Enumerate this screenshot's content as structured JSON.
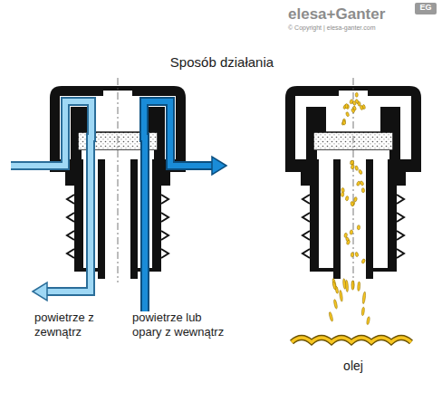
{
  "diagram": {
    "title": "Sposób działania",
    "labels": [
      "elesa+Ganter",
      "EG",
      "© Copyright | elesa-ganter.com",
      "powietrze z zewnątrz",
      "powietrze lub opary z wewnątrz",
      "olej"
    ]
  }
}
